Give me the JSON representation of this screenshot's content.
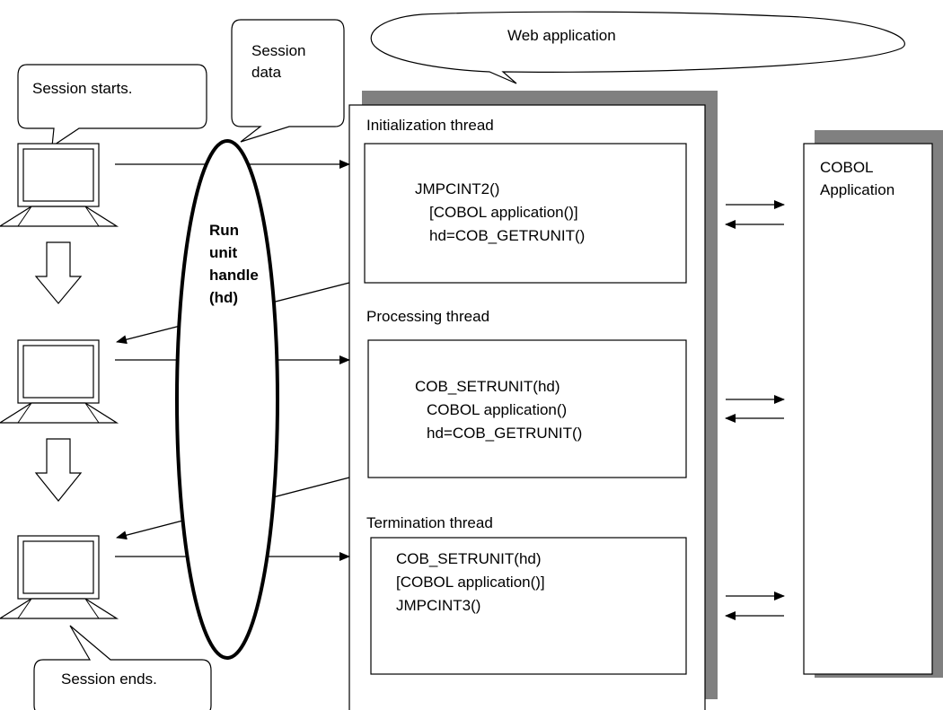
{
  "callouts": {
    "session_starts": "Session starts.",
    "session_data_line1": "Session",
    "session_data_line2": "data",
    "web_application": "Web application",
    "session_ends": "Session ends."
  },
  "handle_ellipse": {
    "line1": "Run",
    "line2": "unit",
    "line3": "handle",
    "line4": "(hd)"
  },
  "threads": {
    "initialization": {
      "title": "Initialization thread",
      "code": [
        "JMPCINT2()",
        "[COBOL application()]",
        "hd=COB_GETRUNIT()"
      ]
    },
    "processing": {
      "title": "Processing thread",
      "code": [
        "COB_SETRUNIT(hd)",
        "COBOL application()",
        "hd=COB_GETRUNIT()"
      ]
    },
    "termination": {
      "title": "Termination thread",
      "code": [
        "COB_SETRUNIT(hd)",
        "[COBOL application()]",
        "JMPCINT3()"
      ]
    }
  },
  "cobol_app": {
    "line1": "COBOL",
    "line2": "Application"
  },
  "colors": {
    "shadow": "#808080",
    "stroke": "#000000",
    "background": "#ffffff"
  }
}
